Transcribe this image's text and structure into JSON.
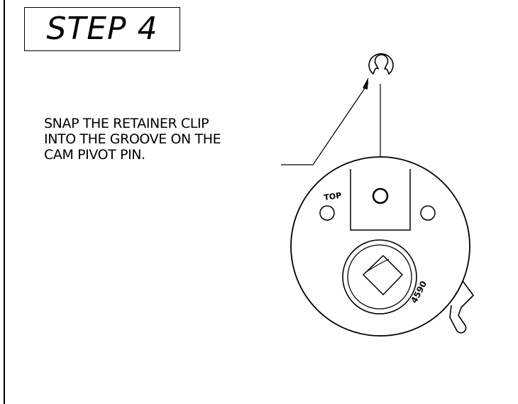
{
  "step_title": "STEP 4",
  "instruction_lines": [
    "SNAP THE RETAINER CLIP",
    "INTO THE GROOVE ON THE",
    "CAM PIVOT PIN."
  ],
  "part_labels": {
    "top": "TOP",
    "part_number": "4590"
  }
}
